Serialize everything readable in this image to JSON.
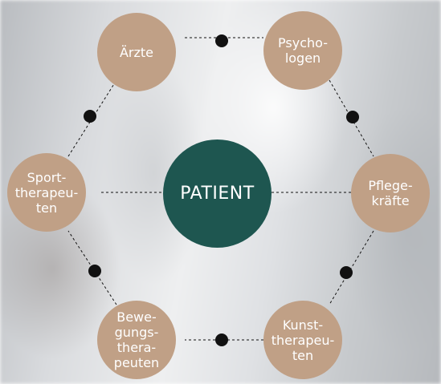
{
  "colors": {
    "center_fill": "#1e5650",
    "node_fill": "#c0a086",
    "connector": "#111111",
    "text": "#ffffff"
  },
  "center": {
    "label": "PATIENT"
  },
  "nodes": [
    {
      "id": "aerzte",
      "label": "Ärzte"
    },
    {
      "id": "psychologen",
      "label": "Psycho-\nlogen"
    },
    {
      "id": "pflegekraefte",
      "label": "Pflege-\nkräfte"
    },
    {
      "id": "kunsttherapeuten",
      "label": "Kunst-\ntherapeu-\nten"
    },
    {
      "id": "bewegungstherapeuten",
      "label": "Bewe-\ngungs-\nthera-\npeuten"
    },
    {
      "id": "sporttherapeuten",
      "label": "Sport-\ntherapeu-\nten"
    }
  ]
}
